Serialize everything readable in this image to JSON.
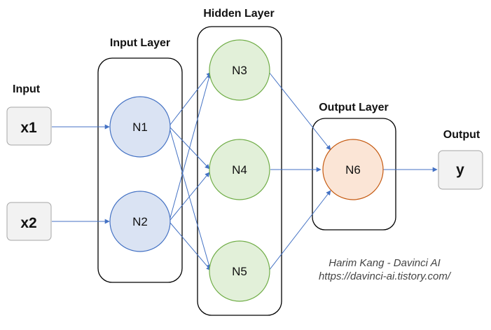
{
  "labels": {
    "input": "Input",
    "input_layer": "Input Layer",
    "hidden_layer": "Hidden Layer",
    "output_layer": "Output Layer",
    "output": "Output"
  },
  "inputs": {
    "x1": "x1",
    "x2": "x2"
  },
  "output_value": "y",
  "nodes": {
    "n1": "N1",
    "n2": "N2",
    "n3": "N3",
    "n4": "N4",
    "n5": "N5",
    "n6": "N6"
  },
  "credit": {
    "author": "Harim Kang - Davinci AI",
    "url": "https://davinci-ai.tistory.com/"
  },
  "colors": {
    "input_node_fill": "#dae3f3",
    "input_node_stroke": "#4472c4",
    "hidden_node_fill": "#e2f0d9",
    "hidden_node_stroke": "#70ad47",
    "output_node_fill": "#fbe5d6",
    "output_node_stroke": "#c55a11",
    "io_box_fill": "#f2f2f2",
    "io_box_stroke": "#a6a6a6",
    "arrow": "#4472c4",
    "frame": "#000000"
  }
}
